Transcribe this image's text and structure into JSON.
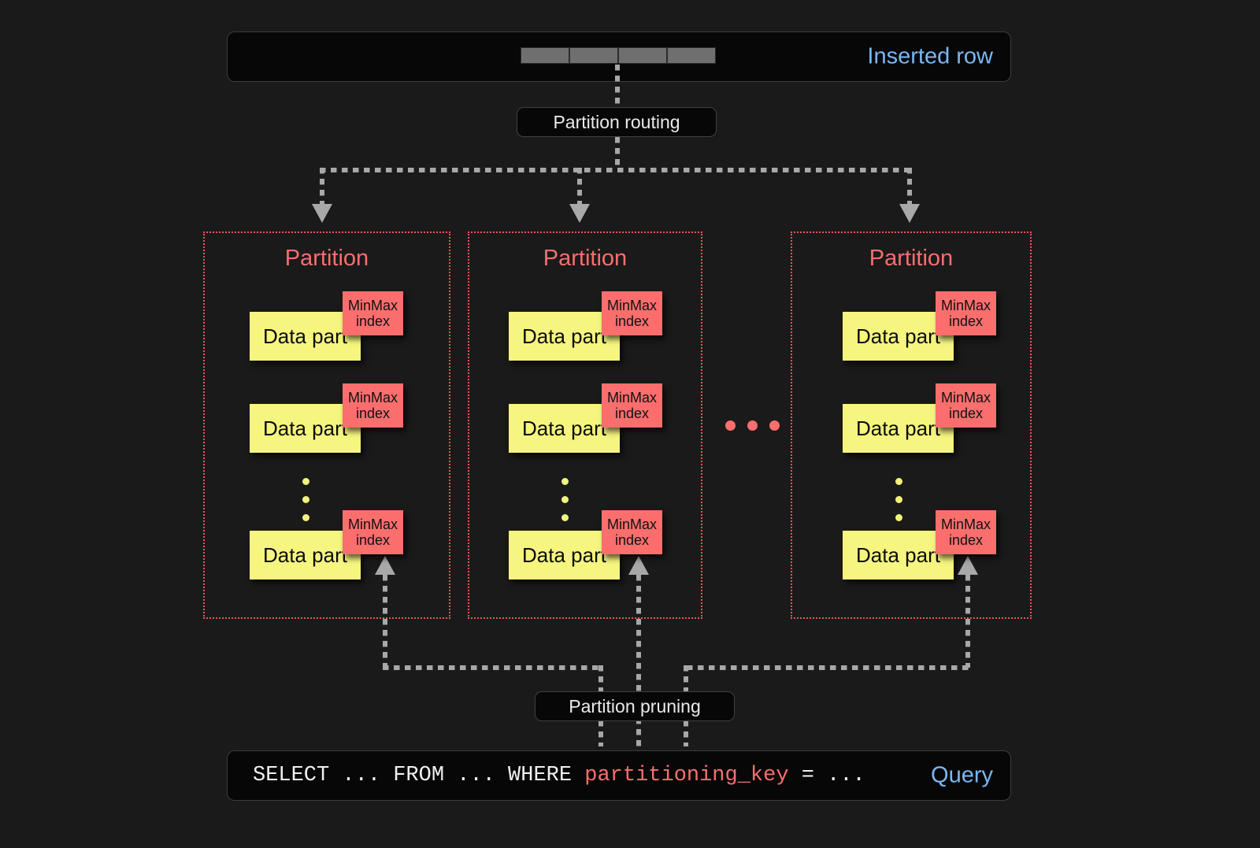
{
  "background_color": "#1a1a1a",
  "colors": {
    "accent_blue": "#79b8f3",
    "accent_red": "#fa6e6e",
    "partition_border": "#e8575c",
    "data_part_yellow": "#f5f57f",
    "connector_gray": "#a8a8a8",
    "box_black": "#070707"
  },
  "top": {
    "label": "Inserted row",
    "cell_count": 4
  },
  "routing": {
    "label": "Partition routing"
  },
  "pruning": {
    "label": "Partition pruning"
  },
  "query": {
    "prefix": "SELECT ... FROM ... WHERE ",
    "key": "partitioning_key",
    "suffix": " = ...",
    "label": "Query"
  },
  "partition_label": "Partition",
  "data_part_label": "Data part",
  "minmax_label_line1": "MinMax",
  "minmax_label_line2": "index",
  "partitions": [
    {
      "title": "Partition",
      "parts": [
        {
          "label": "Data part",
          "index": "MinMax index"
        },
        {
          "label": "Data part",
          "index": "MinMax index"
        },
        {
          "label": "Data part",
          "index": "MinMax index"
        }
      ],
      "ellipsis_dots": 3
    },
    {
      "title": "Partition",
      "parts": [
        {
          "label": "Data part",
          "index": "MinMax index"
        },
        {
          "label": "Data part",
          "index": "MinMax index"
        },
        {
          "label": "Data part",
          "index": "MinMax index"
        }
      ],
      "ellipsis_dots": 3
    },
    {
      "title": "Partition",
      "parts": [
        {
          "label": "Data part",
          "index": "MinMax index"
        },
        {
          "label": "Data part",
          "index": "MinMax index"
        },
        {
          "label": "Data part",
          "index": "MinMax index"
        }
      ],
      "ellipsis_dots": 3
    }
  ],
  "between_partitions_ellipsis_dots": 3
}
